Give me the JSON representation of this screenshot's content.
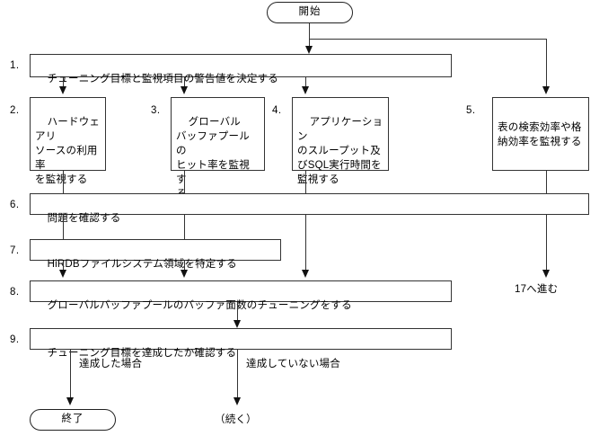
{
  "diagram": {
    "title_terminal_start": "開始",
    "title_terminal_end": "終了",
    "continue_label": "（続く）",
    "goto_label": "17へ進む",
    "branch_label_yes": "達成した場合",
    "branch_label_no": "達成していない場合",
    "steps": [
      {
        "num": "1.",
        "text": "チューニング目標と監視項目の警告値を決定する"
      },
      {
        "num": "2.",
        "text": "ハードウェアリ\nソースの利用率\nを監視する"
      },
      {
        "num": "3.",
        "text": "グローバル\nバッファプールの\nヒット率を監視す\nる"
      },
      {
        "num": "4.",
        "text": "アプリケーション\nのスループット及\nびSQL実行時間を\n監視する"
      },
      {
        "num": "5.",
        "text": "表の検索効率や格\n納効率を監視する"
      },
      {
        "num": "6.",
        "text": "問題を確認する"
      },
      {
        "num": "7.",
        "text": "HiRDBファイルシステム領域を特定する"
      },
      {
        "num": "8.",
        "text": "グローバルバッファプールのバッファ面数のチューニングをする"
      },
      {
        "num": "9.",
        "text": "チューニング目標を達成したか確認する"
      }
    ]
  },
  "colors": {
    "line": "#333333",
    "arrow": "#111111",
    "background": "#ffffff",
    "text": "#000000"
  }
}
